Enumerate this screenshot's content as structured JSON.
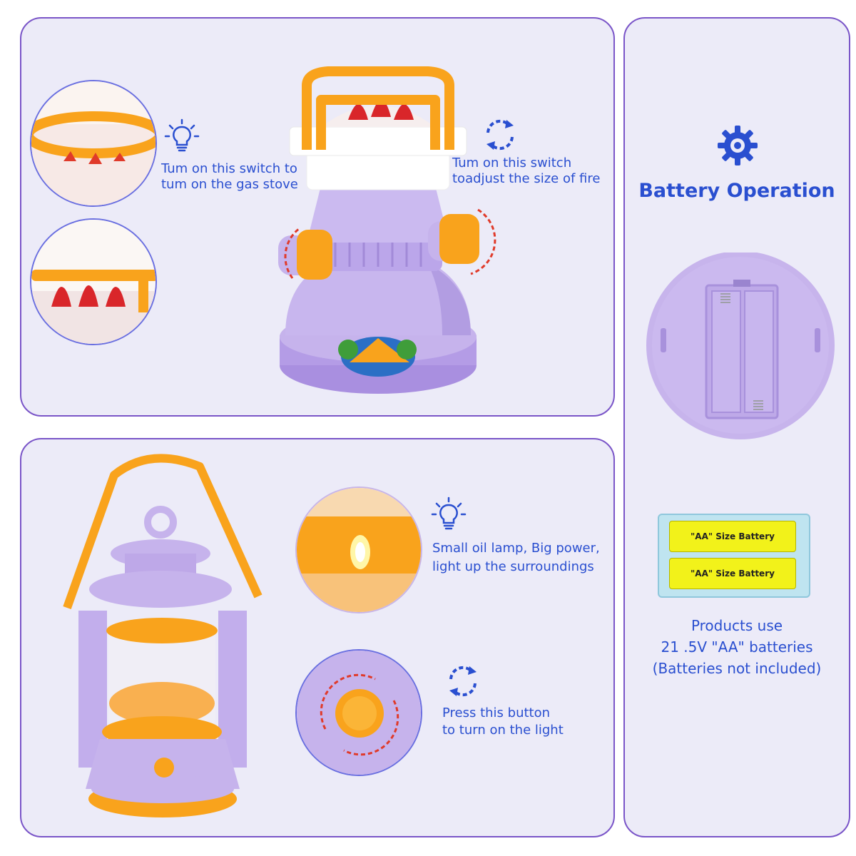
{
  "stove_panel": {
    "switch_caption_line1": "Tum on this switch to",
    "switch_caption_line2": "tum on the gas stove",
    "adjust_caption_line1": "Tum on this switch",
    "adjust_caption_line2": "toadjust the size of fire"
  },
  "battery_panel": {
    "title": "Battery Operation",
    "battery_label_1": "\"AA\" Size Battery",
    "battery_label_2": "\"AA\" Size Battery",
    "usage_line1": "Products use",
    "usage_line2": "21 .5V \"AA\" batteries",
    "usage_line3": "(Batteries not included)"
  },
  "lamp_panel": {
    "lamp_caption_line1": "Small oil lamp, Big power,",
    "lamp_caption_line2": "light up the surroundings",
    "button_caption_line1": "Press this button",
    "button_caption_line2": "to turn on the light"
  },
  "colors": {
    "accent_text": "#2a4fd0",
    "panel_border": "#7a55c8",
    "panel_fill": "#ecebf8",
    "toy_purple": "#c6b3ec",
    "toy_orange": "#f9a31c"
  },
  "icons": [
    "lightbulb-icon",
    "rotate-arrows-icon",
    "gear-icon"
  ]
}
